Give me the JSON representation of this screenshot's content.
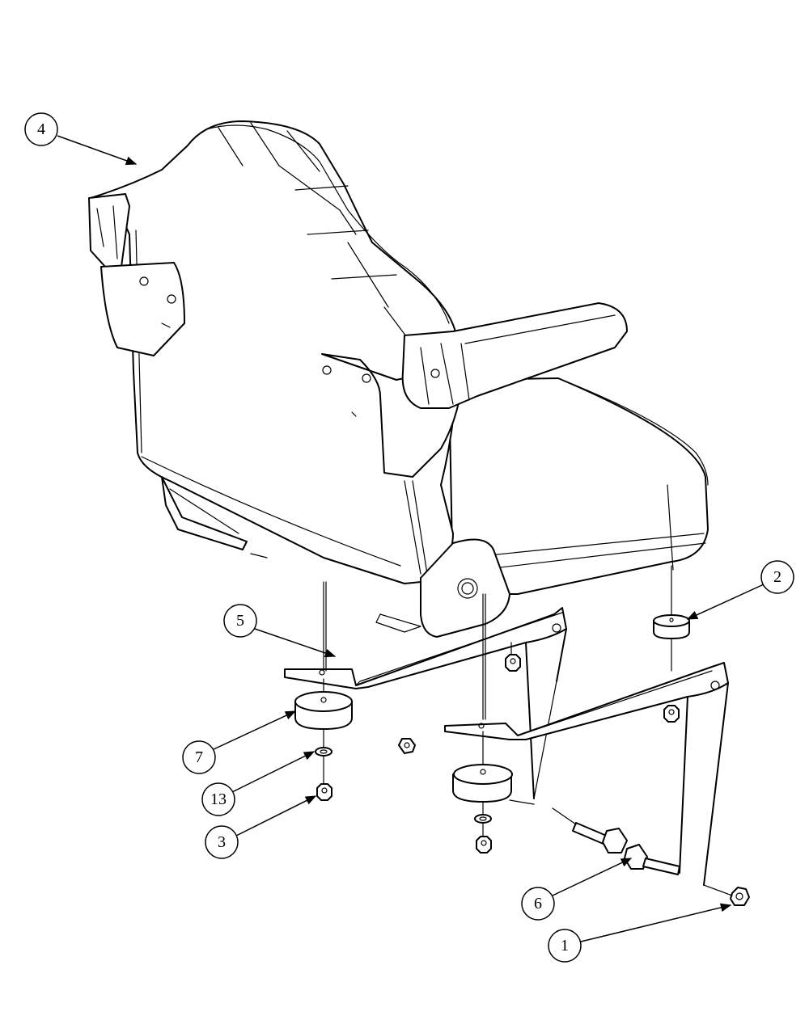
{
  "callouts": [
    {
      "id": "c1",
      "label": "1"
    },
    {
      "id": "c2",
      "label": "2"
    },
    {
      "id": "c3",
      "label": "3"
    },
    {
      "id": "c4",
      "label": "4"
    },
    {
      "id": "c5",
      "label": "5"
    },
    {
      "id": "c6",
      "label": "6"
    },
    {
      "id": "c7",
      "label": "7"
    },
    {
      "id": "c13",
      "label": "13"
    }
  ],
  "colors": {
    "line": "#000000",
    "background": "#ffffff"
  }
}
